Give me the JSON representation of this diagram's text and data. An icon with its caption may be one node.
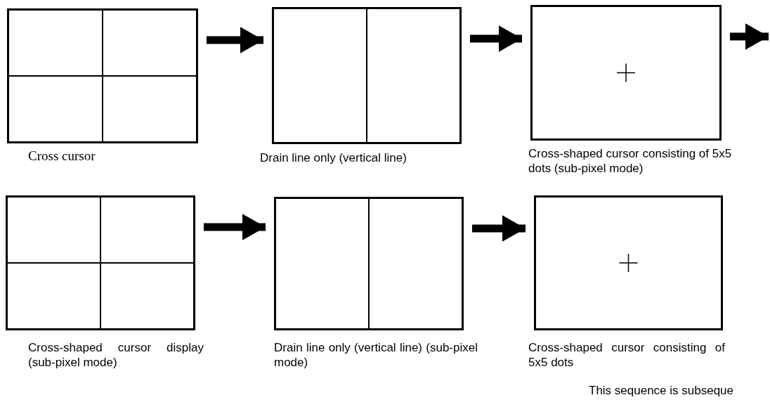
{
  "diagram": {
    "nodes": [
      {
        "text": [],
        "shape": "box",
        "beside": [
          "Cross cursor"
        ]
      },
      {
        "text": [],
        "shape": "box",
        "beside": [
          "Drain line only (vertical line)"
        ]
      },
      {
        "text": [],
        "shape": "box",
        "beside": [
          "Cross-shaped cursor consisting of 5x5 dots (sub-pixel mode)"
        ]
      },
      {
        "text": [],
        "shape": "box",
        "beside": [
          "Cross-shaped cursor display (sub-pixel mode)"
        ]
      },
      {
        "text": [],
        "shape": "box",
        "beside": [
          "Drain line only (vertical line) (sub-pixel mode)"
        ]
      },
      {
        "text": [],
        "shape": "box",
        "beside": [
          "Cross-shaped cursor consisting of 5x5 dots"
        ]
      }
    ],
    "edges": [
      {
        "from": 0,
        "to": 1,
        "arrow": "to"
      },
      {
        "from": 1,
        "to": 2,
        "arrow": "to"
      },
      {
        "from": 2,
        "to": null,
        "arrow": "to"
      },
      {
        "from": 3,
        "to": 4,
        "arrow": "to"
      },
      {
        "from": 4,
        "to": 5,
        "arrow": "to"
      }
    ],
    "labels": [
      "This sequence is subseque"
    ]
  }
}
